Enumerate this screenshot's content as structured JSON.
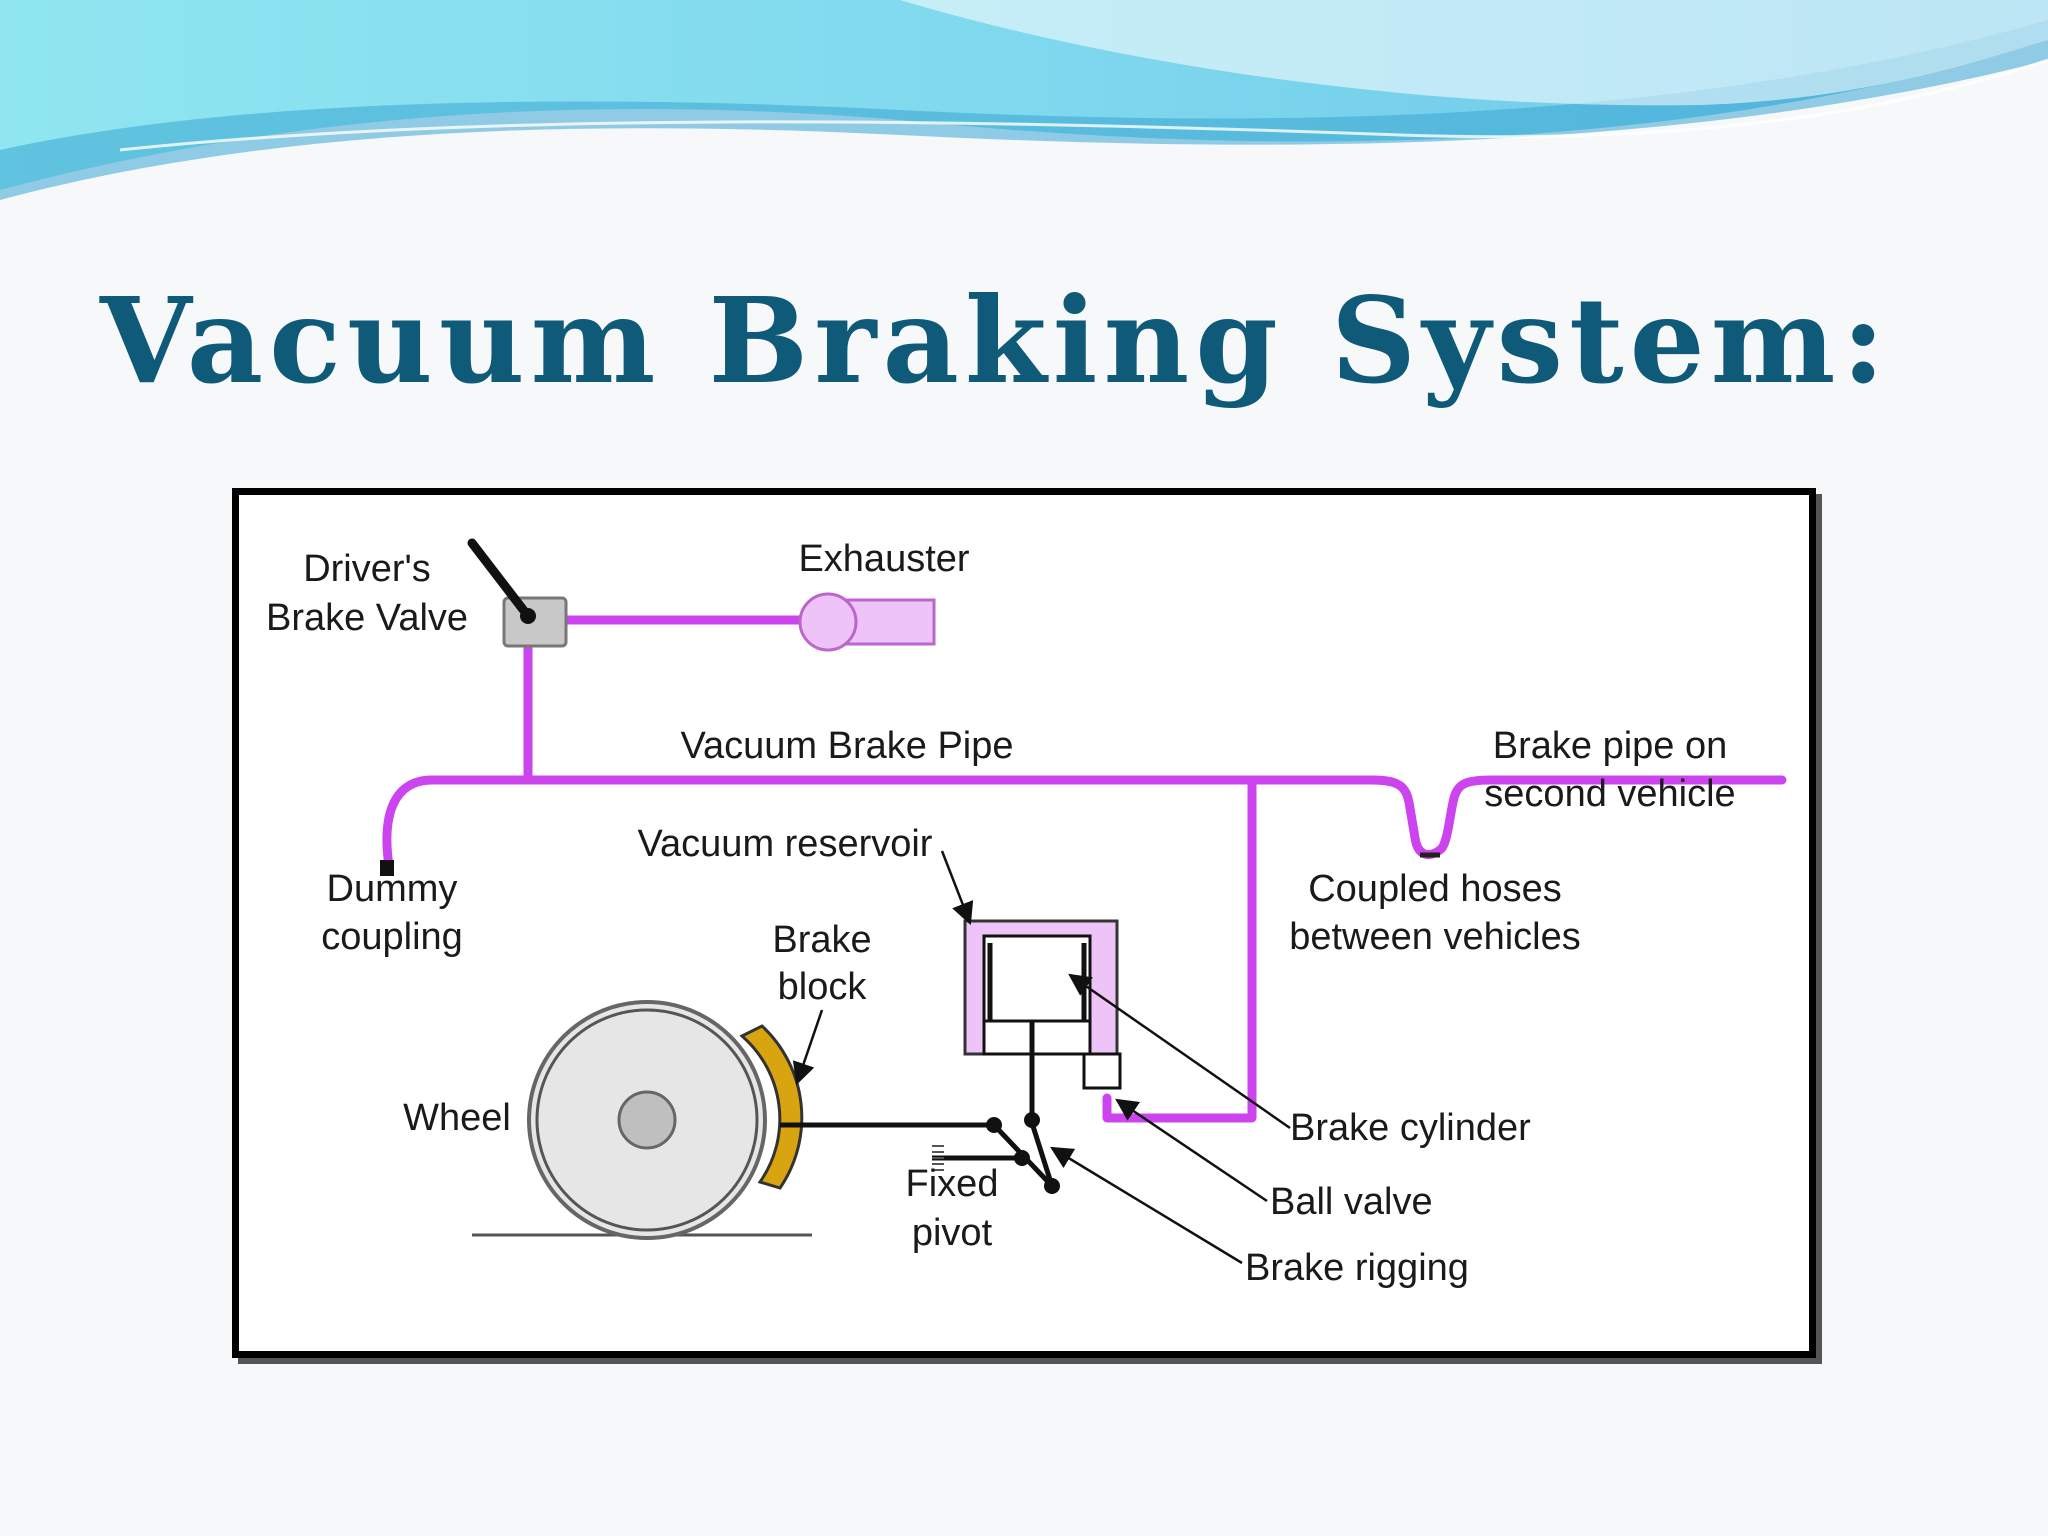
{
  "slide": {
    "title": "Vacuum Braking System:"
  },
  "colors": {
    "title": "#0e5a78",
    "pipe": "#cc44ee",
    "component_fill": "#eec4f8",
    "brake_block": "#d8a510",
    "wheel": "#e6e6e6",
    "banner_light": "#9fe8f2",
    "banner_dark": "#3aa6d2"
  },
  "diagram": {
    "labels": {
      "drivers_valve_line1": "Driver's",
      "drivers_valve_line2": "Brake Valve",
      "exhauster": "Exhauster",
      "vacuum_brake_pipe": "Vacuum Brake Pipe",
      "brake_pipe_line1": "Brake pipe on",
      "brake_pipe_line2": "second vehicle",
      "vacuum_reservoir": "Vacuum reservoir",
      "dummy_line1": "Dummy",
      "dummy_line2": "coupling",
      "coupled_line1": "Coupled hoses",
      "coupled_line2": "between vehicles",
      "brake_block_line1": "Brake",
      "brake_block_line2": "block",
      "wheel": "Wheel",
      "fixed_line1": "Fixed",
      "fixed_line2": "pivot",
      "brake_cylinder": "Brake cylinder",
      "ball_valve": "Ball valve",
      "brake_rigging": "Brake rigging"
    }
  }
}
